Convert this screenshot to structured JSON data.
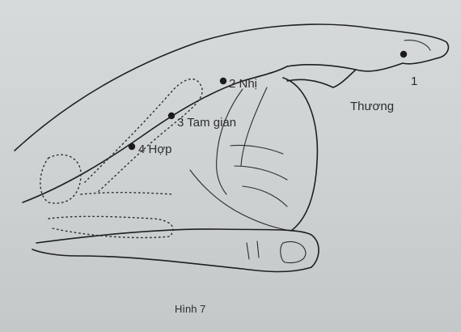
{
  "caption": "Hình 7",
  "points": {
    "p1": {
      "number": "1",
      "name": "Thương"
    },
    "p2": {
      "label": "2 Nhị"
    },
    "p3": {
      "label": "3 Tam gian"
    },
    "p4": {
      "label": "4 Hợp"
    }
  }
}
